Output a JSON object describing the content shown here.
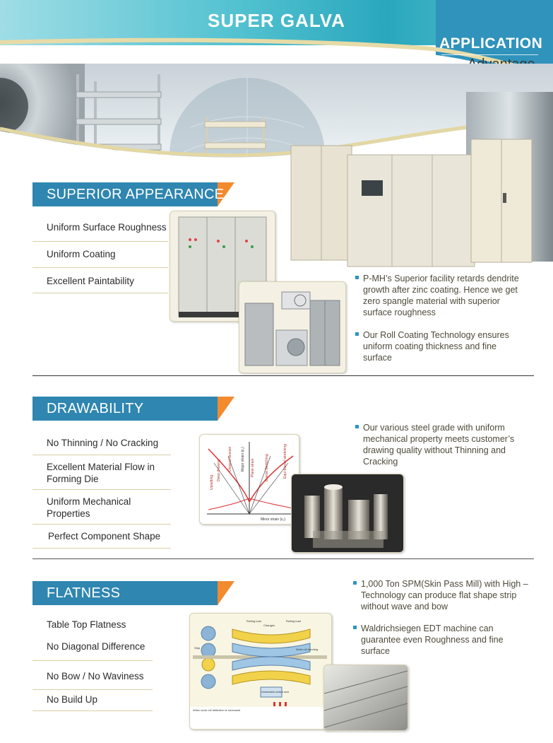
{
  "header": {
    "title": "SUPER GALVA",
    "application": "APPLICATION",
    "advantage": "Advantage"
  },
  "sections": {
    "appearance": {
      "title": "SUPERIOR APPEARANCE",
      "features": [
        "Uniform Surface Roughness",
        "Uniform Coating",
        "Excellent Paintability"
      ],
      "bullets": [
        "P-MH’s Superior facility retards dendrite growth after zinc coating. Hence we get zero spangle material with superior surface roughness",
        "Our Roll Coating Technology ensures uniform coating thickness and fine surface"
      ]
    },
    "drawability": {
      "title": "DRAWABILITY",
      "features": [
        "No Thinning / No Cracking",
        "Excellent Material Flow in Forming Die",
        "Uniform Mechanical Properties",
        "Perfect Component Shape"
      ],
      "bullets": [
        "Our various steel grade with uniform mechanical property meets customer’s drawing quality without Thinning and Cracking"
      ],
      "diagram_labels": {
        "major": "Major strain (ε₁)",
        "minor": "Minor strain (ε₂)",
        "upsetting": "Upsetting",
        "deep": "Deep drawing",
        "uniaxial": "Uniaxial tension",
        "plane": "Plane strain",
        "biaxial": "Biaxial Stretching",
        "equibiaxial": "Equi-biaxial stretching"
      }
    },
    "flatness": {
      "title": "FLATNESS",
      "features": [
        "Table Top Flatness",
        "No Diagonal Difference",
        "No Bow / No Waviness",
        "No Build Up"
      ],
      "bullets": [
        "1,000 Ton SPM(Skin Pass Mill) with High – Technology can produce flat shape strip without wave and bow",
        "Waldrichsiegen EDT machine can guarantee even Roughness and fine surface"
      ],
      "diagram_labels": {
        "rolling_load_l": "Rolling load",
        "rolling_load_r": "Rolling load",
        "changes": "Changes",
        "strip": "Strip",
        "work_roll_bending": "Work roll bending",
        "contact": "Undesirable contact area",
        "note": "When work roll deflection is increased"
      }
    }
  }
}
